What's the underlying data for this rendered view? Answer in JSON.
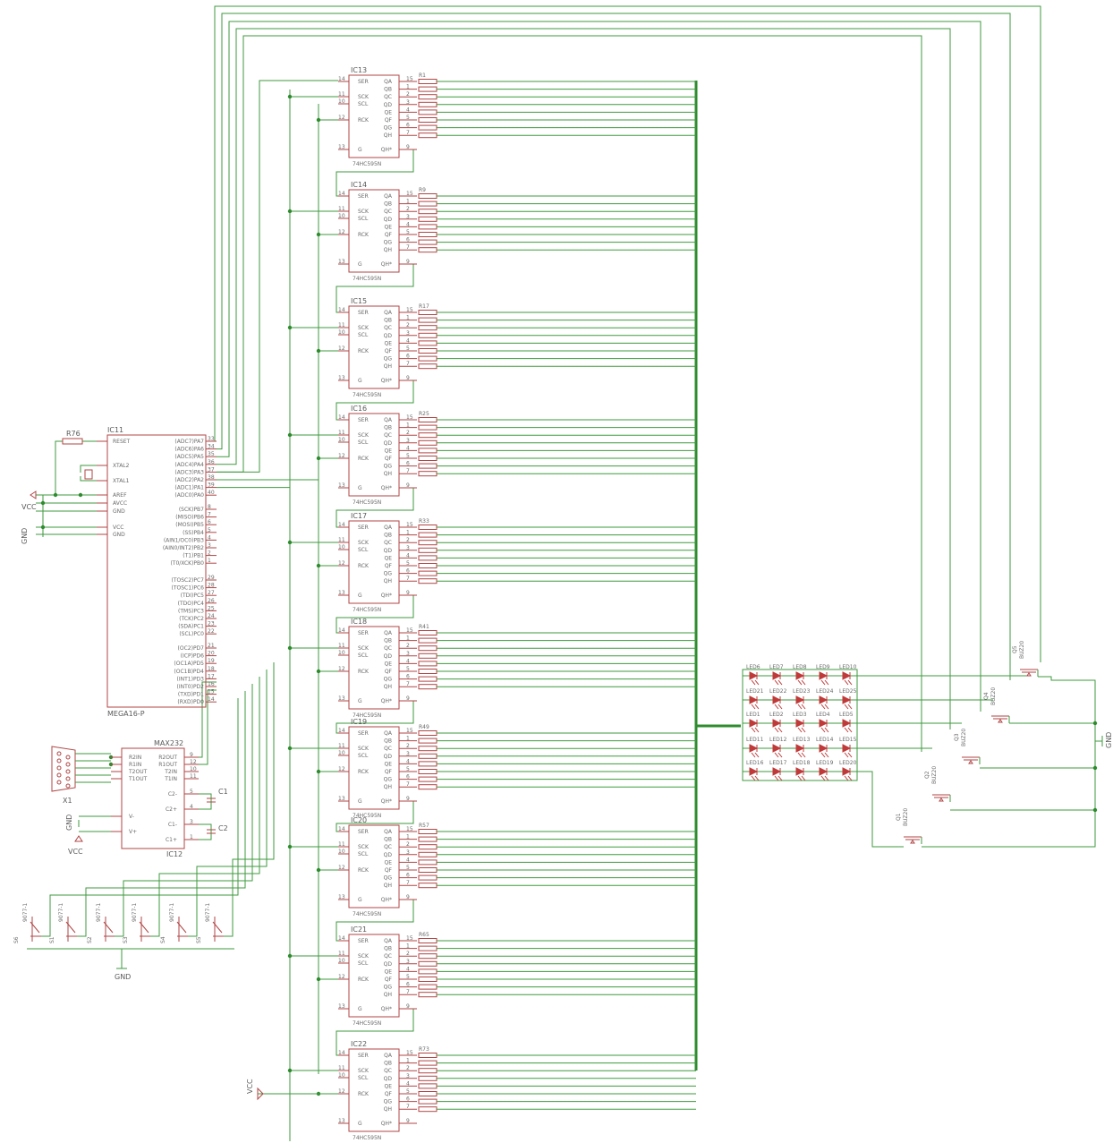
{
  "mcu": {
    "name": "IC11",
    "value": "MEGA16-P",
    "left_pins": [
      "RESET",
      "XTAL2",
      "XTAL1",
      "AREF",
      "AVCC",
      "GND",
      "VCC",
      "GND"
    ],
    "right_pins": [
      "(ADC7)PA7",
      "(ADC6)PA6",
      "(ADC5)PA5",
      "(ADC4)PA4",
      "(ADC3)PA3",
      "(ADC2)PA2",
      "(ADC1)PA1",
      "(ADC0)PA0",
      "(SCK)PB7",
      "(MISO)PB6",
      "(MOSI)PB5",
      "(SS)PB4",
      "(AIN1/OC0)PB3",
      "(AIN0/INT2)PB2",
      "(T1)PB1",
      "(T0/XCK)PB0",
      "(TOSC2)PC7",
      "(TOSC1)PC6",
      "(TDI)PC5",
      "(TDO)PC4",
      "(TMS)PC3",
      "(TCK)PC2",
      "(SDA)PC1",
      "(SCL)PC0",
      "(OC2)PD7",
      "(ICP)PD6",
      "(OC1A)PD5",
      "(OC1B)PD4",
      "(INT1)PD3",
      "(INT0)PD2",
      "(TXD)PD1",
      "(RXD)PD0"
    ],
    "right_pin_numbers": [
      "33",
      "34",
      "35",
      "36",
      "37",
      "38",
      "39",
      "40",
      "8",
      "7",
      "6",
      "5",
      "4",
      "3",
      "2",
      "1",
      "29",
      "28",
      "27",
      "26",
      "25",
      "24",
      "23",
      "22",
      "21",
      "20",
      "19",
      "18",
      "17",
      "16",
      "15",
      "14"
    ]
  },
  "reset_resistor": "R76",
  "power": {
    "vcc": "VCC",
    "gnd": "GND"
  },
  "max232": {
    "name": "IC12",
    "value": "MAX232",
    "left_pins": [
      "R2IN",
      "R1IN",
      "T2OUT",
      "T1OUT",
      "V-",
      "V+"
    ],
    "right_pins": [
      "R2OUT",
      "R1OUT",
      "T2IN",
      "T1IN",
      "C2-",
      "C2+",
      "C1-",
      "C1+"
    ],
    "right_pin_numbers": [
      "9",
      "12",
      "10",
      "11",
      "5",
      "4",
      "3",
      "1"
    ],
    "caps": [
      "C1",
      "C2"
    ]
  },
  "connector": "X1",
  "switches": [
    {
      "name": "S6",
      "value": "9077-1"
    },
    {
      "name": "S1",
      "value": "9077-1"
    },
    {
      "name": "S2",
      "value": "9077-1"
    },
    {
      "name": "S3",
      "value": "9077-1"
    },
    {
      "name": "S4",
      "value": "9077-1"
    },
    {
      "name": "S5",
      "value": "9077-1"
    }
  ],
  "shift_registers": {
    "value": "74HC595N",
    "left_pins": [
      "SER",
      "SCK",
      "SCL",
      "RCK",
      "G"
    ],
    "left_pin_numbers": [
      "14",
      "11",
      "10",
      "12",
      "13"
    ],
    "right_pins": [
      "QA",
      "QB",
      "QC",
      "QD",
      "QE",
      "QF",
      "QG",
      "QH",
      "QH*"
    ],
    "right_pin_numbers": [
      "15",
      "1",
      "2",
      "3",
      "4",
      "5",
      "6",
      "7",
      "9"
    ],
    "chips": [
      {
        "name": "IC13",
        "resistor": "R1"
      },
      {
        "name": "IC14",
        "resistor": "R9"
      },
      {
        "name": "IC15",
        "resistor": "R17"
      },
      {
        "name": "IC16",
        "resistor": "R25"
      },
      {
        "name": "IC17",
        "resistor": "R33"
      },
      {
        "name": "IC18",
        "resistor": "R41"
      },
      {
        "name": "IC19",
        "resistor": "R49"
      },
      {
        "name": "IC20",
        "resistor": "R57"
      },
      {
        "name": "IC21",
        "resistor": "R65"
      },
      {
        "name": "IC22",
        "resistor": "R73"
      }
    ]
  },
  "led_rows": [
    [
      "LED6",
      "LED7",
      "LED8",
      "LED9",
      "LED10"
    ],
    [
      "LED21",
      "LED22",
      "LED23",
      "LED24",
      "LED25"
    ],
    [
      "LED1",
      "LED2",
      "LED3",
      "LED4",
      "LED5"
    ],
    [
      "LED11",
      "LED12",
      "LED13",
      "LED14",
      "LED15"
    ],
    [
      "LED16",
      "LED17",
      "LED18",
      "LED19",
      "LED20"
    ]
  ],
  "transistors": [
    {
      "name": "Q1",
      "value": "BUZ20"
    },
    {
      "name": "Q2",
      "value": "BUZ20"
    },
    {
      "name": "Q3",
      "value": "BUZ20"
    },
    {
      "name": "Q4",
      "value": "BUZ20"
    },
    {
      "name": "Q5",
      "value": "BUZ20"
    }
  ]
}
